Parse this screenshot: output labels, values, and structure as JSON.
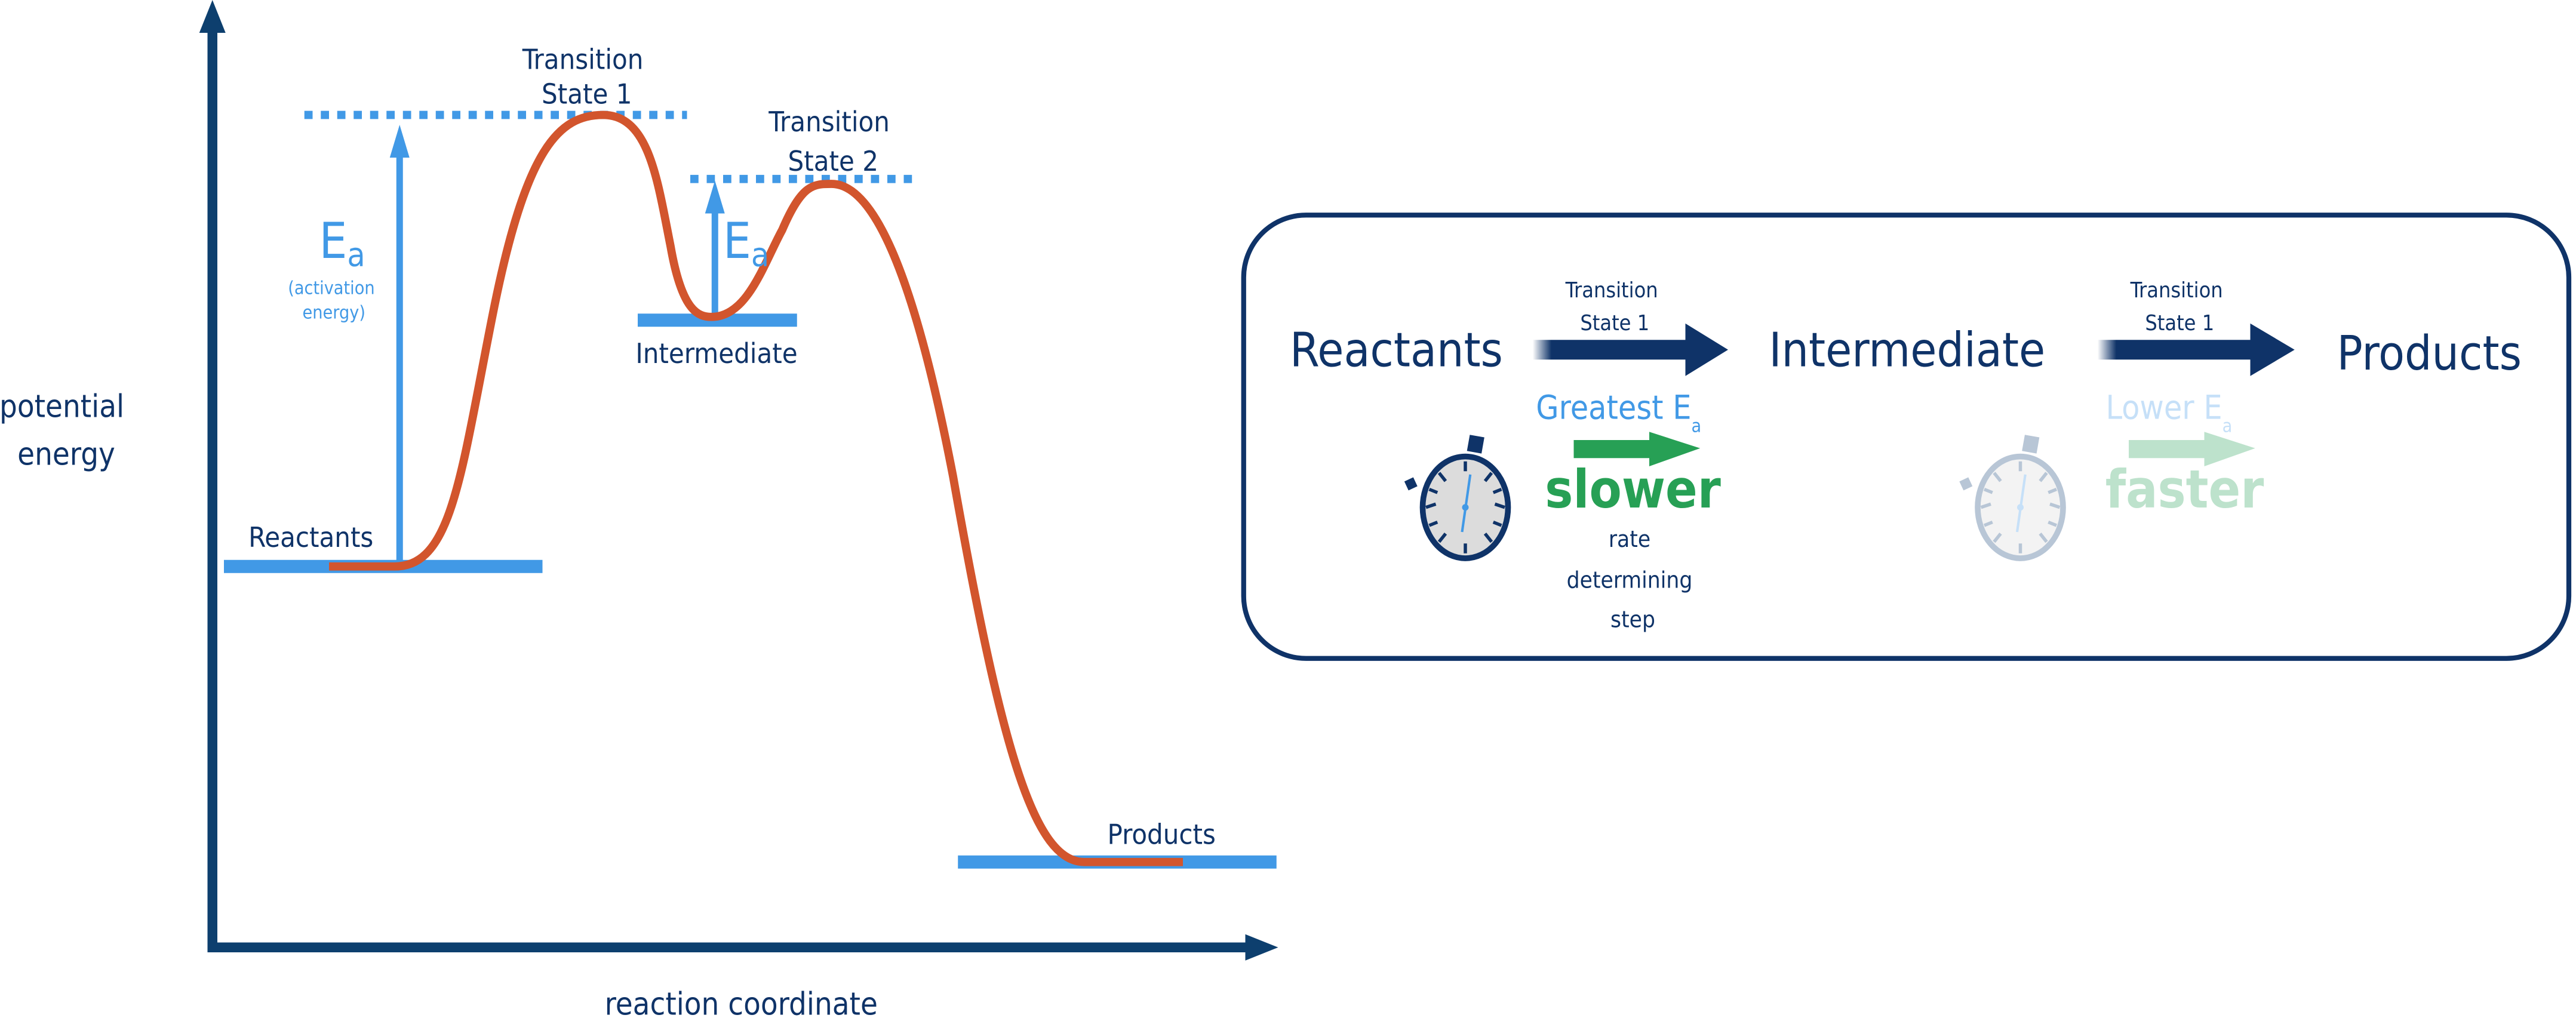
{
  "diagram": {
    "axis": {
      "y_label": [
        "potential",
        "energy"
      ],
      "x_label": "reaction coordinate"
    },
    "levels": {
      "reactants": "Reactants",
      "intermediate": "Intermediate",
      "products": "Products"
    },
    "transition_state_1": [
      "Transition",
      "State 1"
    ],
    "transition_state_2": [
      "Transition",
      "State 2"
    ],
    "activation_energy": {
      "symbol": "E",
      "subscript": "a",
      "note": [
        "(activation",
        "energy)"
      ]
    }
  },
  "summary_box": {
    "reactants": "Reactants",
    "intermediate": "Intermediate",
    "products": "Products",
    "step1": {
      "arrow_label": [
        "Transition",
        "State 1"
      ],
      "ea_label": "Greatest E",
      "ea_sub": "a",
      "speed": "slower",
      "note": [
        "rate",
        "determining",
        "step"
      ]
    },
    "step2": {
      "arrow_label": [
        "Transition",
        "State 1"
      ],
      "ea_label": "Lower E",
      "ea_sub": "a",
      "speed": "faster"
    }
  },
  "colors": {
    "navy": "#0f3368",
    "axis": "#0d3f6e",
    "level_blue": "#4199e6",
    "curve": "#d2552d",
    "green": "#27a055",
    "faded_green": "#bde2cc",
    "faded_blue": "#c6e0f8"
  }
}
